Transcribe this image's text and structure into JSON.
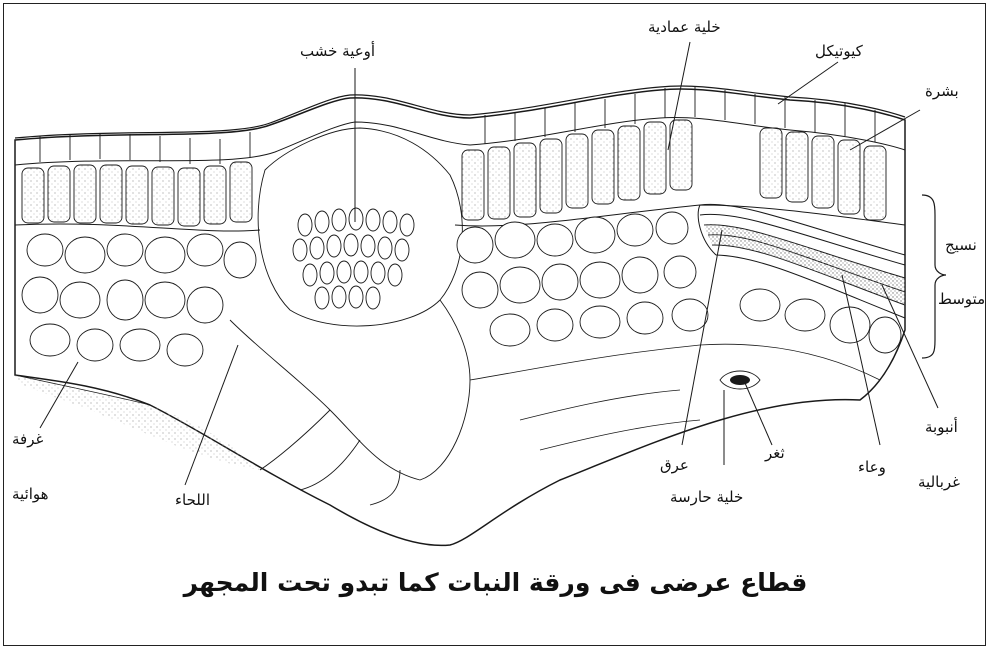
{
  "caption": "قطاع عرضى فى ورقة النبات كما تبدو تحت المجهر",
  "labels": {
    "xylem_vessels": "أوعية خشب",
    "palisade_cell": "خلية عمادية",
    "cuticle": "كيوتيكل",
    "epidermis": "بشرة",
    "mesophyll_line1": "نسيج",
    "mesophyll_line2": "متوسط",
    "sieve_tube_line1": "أنبوبة",
    "sieve_tube_line2": "غربالية",
    "vessel": "وعاء",
    "stoma": "ثغر",
    "vein": "عرق",
    "guard_cell": "خلية حارسة",
    "phloem": "اللحاء",
    "air_chamber_line1": "غرفة",
    "air_chamber_line2": "هوائية"
  },
  "colors": {
    "ink": "#1a1a1a",
    "paper": "#ffffff",
    "stipple": "#9a9a9a"
  }
}
